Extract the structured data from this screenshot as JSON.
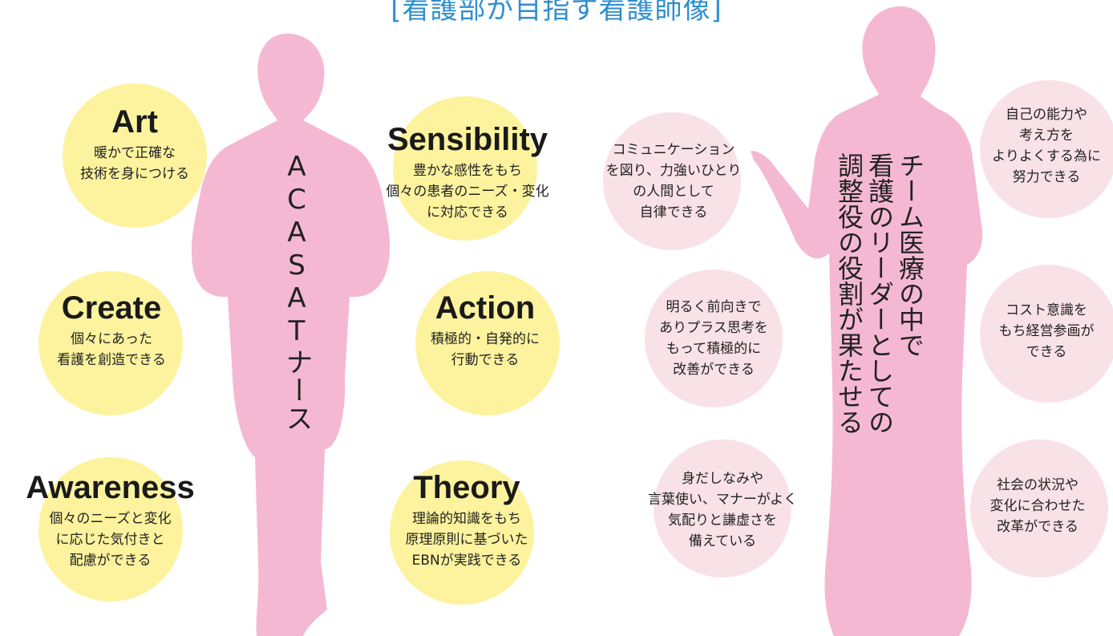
{
  "title": "[看護部が目指す看護師像]",
  "colors": {
    "title": "#2f8fd0",
    "silhouette": "#f5b8d2",
    "yellow_circle": "#fdf39e",
    "pink_circle": "#f9e1e8"
  },
  "left": {
    "vertical_label": "ACASATナース",
    "items": [
      {
        "head": "Art",
        "desc": "暖かで正確な\n技術を身につける"
      },
      {
        "head": "Create",
        "desc": "個々にあった\n看護を創造できる"
      },
      {
        "head": "Awareness",
        "desc": "個々のニーズと変化\nに応じた気付きと\n配慮ができる"
      },
      {
        "head": "Sensibility",
        "desc": "豊かな感性をもち\n個々の患者のニーズ・変化\nに対応できる"
      },
      {
        "head": "Action",
        "desc": "積極的・自発的に\n行動できる"
      },
      {
        "head": "Theory",
        "desc": "理論的知識をもち\n原理原則に基づいた\nEBNが実践できる"
      }
    ]
  },
  "right": {
    "vertical_main": "チーム医療の中で\n看護のリーダーとしての\n調整役の役割が果たせる",
    "items": [
      {
        "text": "コミュニケーション\nを図り、力強いひとり\nの人間として\n自律できる"
      },
      {
        "text": "明るく前向きで\nありプラス思考を\nもって積極的に\n改善ができる"
      },
      {
        "text": "身だしなみや\n言葉使い、マナーがよく\n気配りと謙虚さを\n備えている"
      },
      {
        "text": "自己の能力や\n考え方を\nよりよくする為に\n努力できる"
      },
      {
        "text": "コスト意識を\nもち経営参画が\nできる"
      },
      {
        "text": "社会の状況や\n変化に合わせた\n改革ができる"
      }
    ]
  }
}
